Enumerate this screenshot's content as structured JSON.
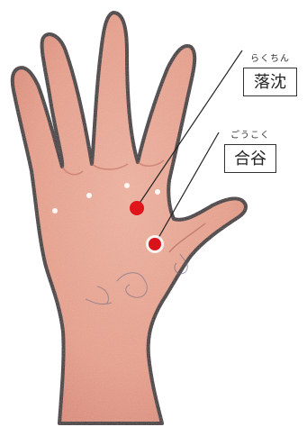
{
  "points": [
    {
      "id": "rakuchin",
      "reading": "らくちん",
      "name": "落沈",
      "marker_color": "#e0141b"
    },
    {
      "id": "goukoku",
      "reading": "ごうこく",
      "name": "合谷",
      "marker_color": "#d8141a"
    }
  ],
  "colors": {
    "skin": "#eea58e",
    "skin_shadow": "#e38d78",
    "outline": "#3b2d33",
    "leader_line": "#222222"
  }
}
